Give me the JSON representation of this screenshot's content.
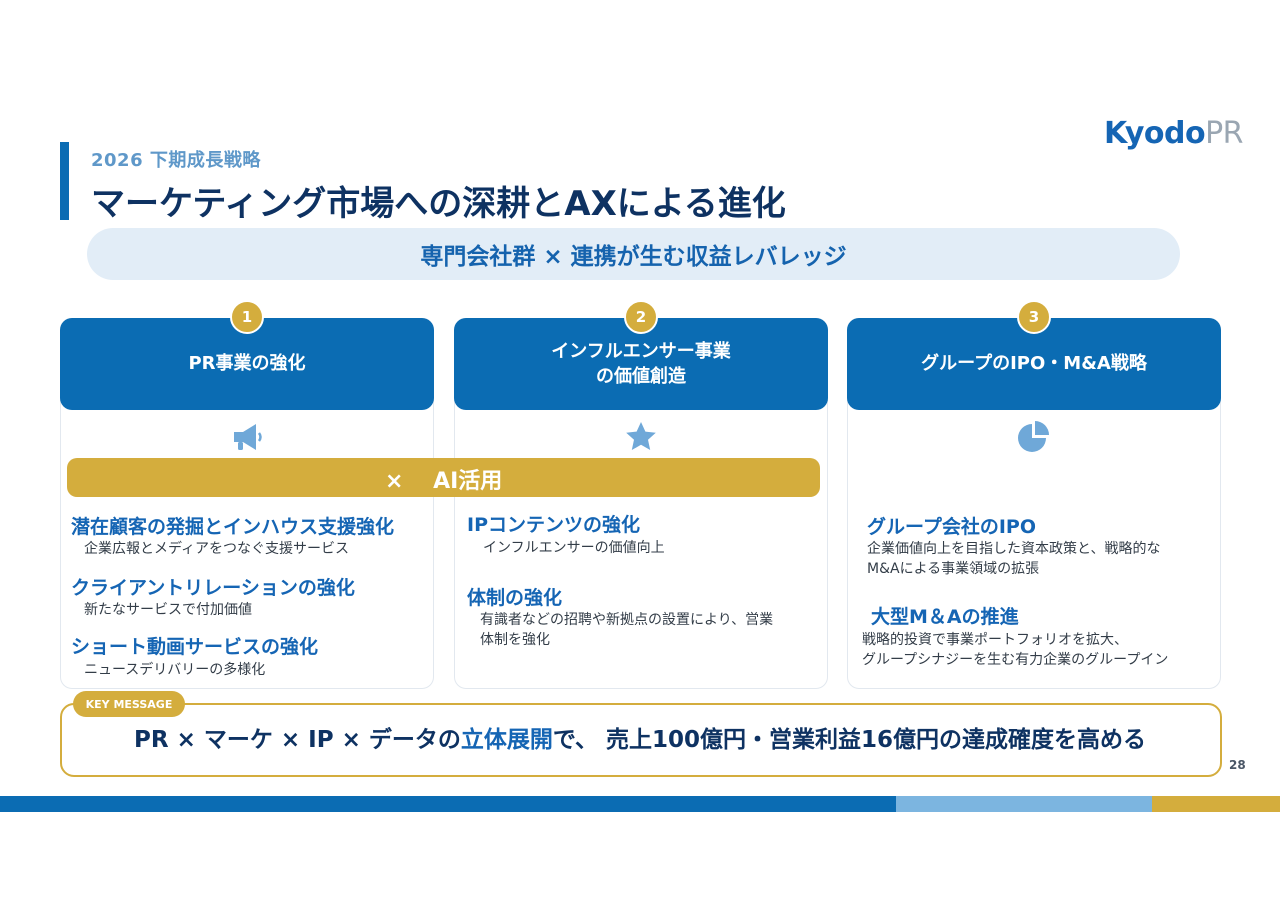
{
  "header": {
    "subtitle": "2026 下期成長戦略",
    "title": "マーケティング市場への深耕とAXによる進化",
    "logo_part1": "Kyodo",
    "logo_part2": "PR"
  },
  "banner": {
    "text": "専門会社群 × 連携が生む収益レバレッジ"
  },
  "ai_bar": {
    "text": "×　 AI活用"
  },
  "columns": [
    {
      "number": "1",
      "heading": "PR事業の強化",
      "icon": "megaphone-icon",
      "items": [
        {
          "title": "潜在顧客の発掘とインハウス支援強化",
          "desc": "企業広報とメディアをつなぐ支援サービス"
        },
        {
          "title": "クライアントリレーションの強化",
          "desc": "新たなサービスで付加価値"
        },
        {
          "title": "ショート動画サービスの強化",
          "desc": "ニュースデリバリーの多様化"
        }
      ]
    },
    {
      "number": "2",
      "heading": "インフルエンサー事業\nの価値創造",
      "icon": "star-icon",
      "items": [
        {
          "title": "IPコンテンツの強化",
          "desc": "インフルエンサーの価値向上"
        },
        {
          "title": "体制の強化",
          "desc": "有識者などの招聘や新拠点の設置により、営業\n体制を強化"
        }
      ]
    },
    {
      "number": "3",
      "heading": "グループのIPO・M&A戦略",
      "icon": "pie-chart-icon",
      "items": [
        {
          "title": "グループ会社のIPO",
          "desc": "企業価値向上を目指した資本政策と、戦略的な\nM&Aによる事業領域の拡張"
        },
        {
          "title": "大型M＆Aの推進",
          "desc": "戦略的投資で事業ポートフォリオを拡大、\nグループシナジーを生む有力企業のグループイン"
        }
      ]
    }
  ],
  "key_message": {
    "label": "KEY MESSAGE",
    "part1": "PR × マーケ × IP × データの",
    "highlight": "立体展開",
    "part2": "で、 売上100億円・営業利益16億円の達成確度を高める"
  },
  "page_number": "28",
  "colors": {
    "primary_blue": "#0b6cb3",
    "gold": "#d4ad3d",
    "light_blue": "#7cb5e0",
    "banner_bg": "#e2edf7"
  }
}
